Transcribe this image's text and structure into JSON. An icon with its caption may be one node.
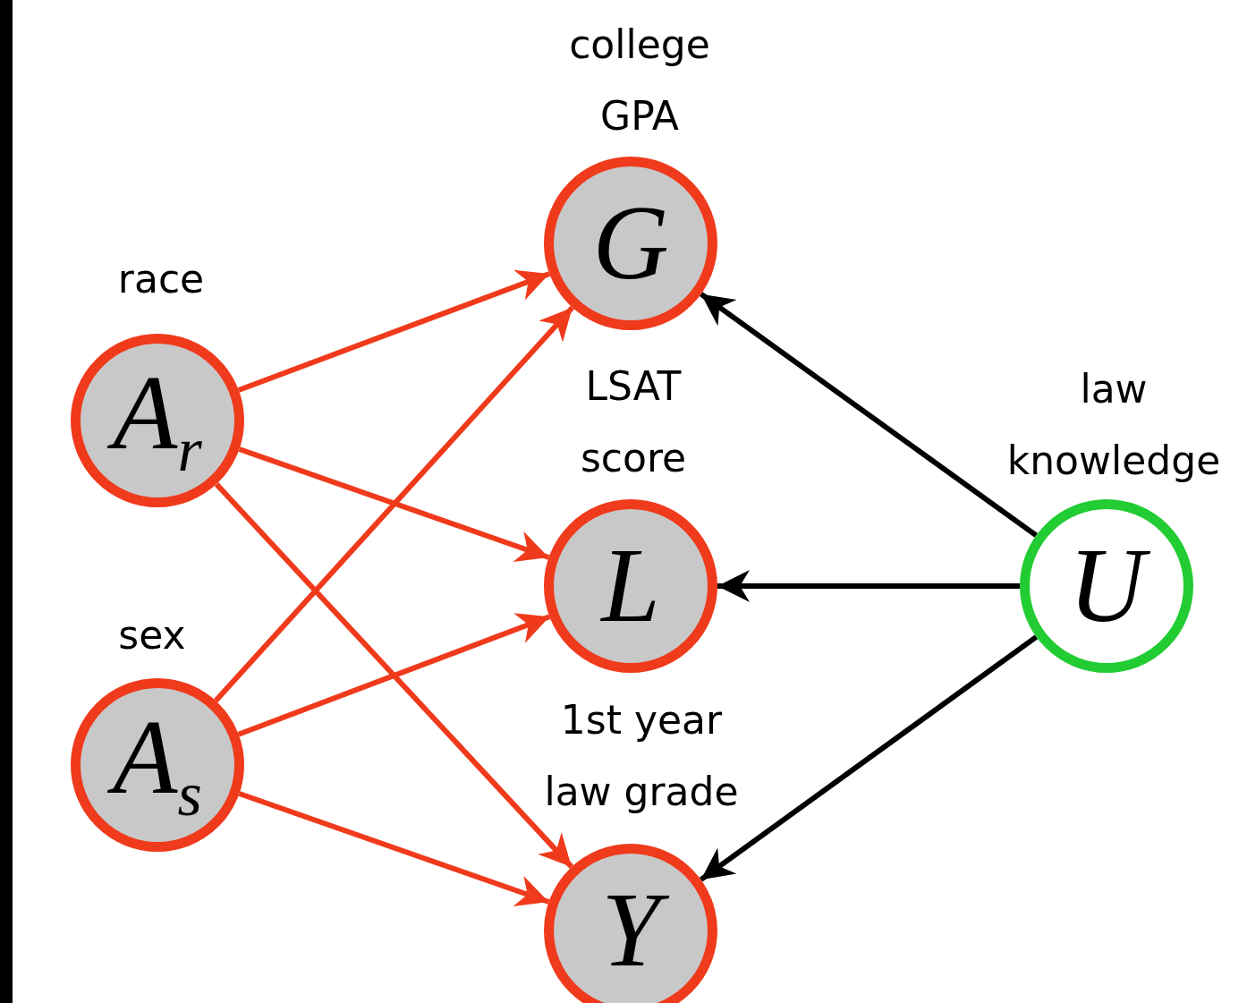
{
  "diagram": {
    "nodes": [
      {
        "text": [
          "college GPA",
          "G"
        ]
      },
      {
        "text": [
          "race",
          "A$_{r}$"
        ]
      },
      {
        "text": [
          "LSAT score",
          "L"
        ]
      },
      {
        "text": [
          "sex",
          "A$_{s}$"
        ]
      },
      {
        "text": [
          "law knowledge",
          "U"
        ]
      },
      {
        "text": [
          "1st year law grade",
          "Y"
        ]
      }
    ],
    "edges": [
      {
        "from": 1,
        "to": 0,
        "arrow": "to"
      },
      {
        "from": 1,
        "to": 2,
        "arrow": "to"
      },
      {
        "from": 1,
        "to": 5,
        "arrow": "to"
      },
      {
        "from": 3,
        "to": 0,
        "arrow": "to"
      },
      {
        "from": 3,
        "to": 2,
        "arrow": "to"
      },
      {
        "from": 3,
        "to": 5,
        "arrow": "to"
      },
      {
        "from": 4,
        "to": 0,
        "arrow": "to",
        "color": "#000000"
      },
      {
        "from": 4,
        "to": 2,
        "arrow": "to",
        "color": "#000000"
      },
      {
        "from": 4,
        "to": 5,
        "arrow": "to",
        "color": "#000000"
      }
    ]
  }
}
